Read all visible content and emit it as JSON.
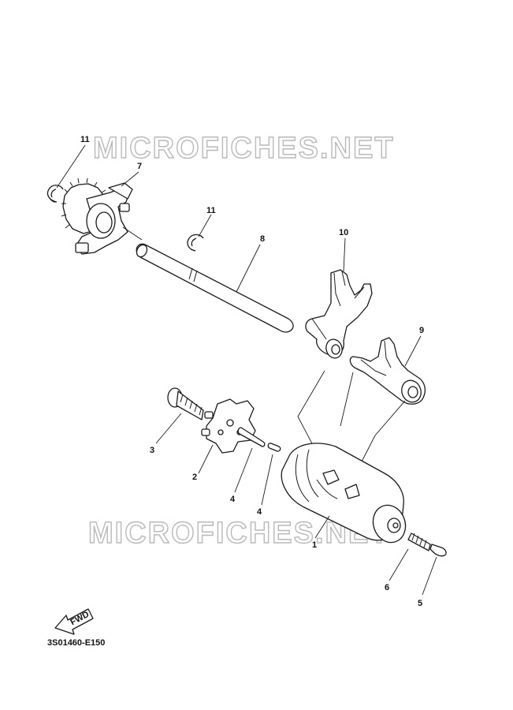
{
  "watermark": {
    "text": "MICROFICHES.NET"
  },
  "callouts": [
    {
      "id": "c11a",
      "label": "11"
    },
    {
      "id": "c7",
      "label": "7"
    },
    {
      "id": "c11b",
      "label": "11"
    },
    {
      "id": "c8",
      "label": "8"
    },
    {
      "id": "c10",
      "label": "10"
    },
    {
      "id": "c9",
      "label": "9"
    },
    {
      "id": "c3",
      "label": "3"
    },
    {
      "id": "c2",
      "label": "2"
    },
    {
      "id": "c4a",
      "label": "4"
    },
    {
      "id": "c4b",
      "label": "4"
    },
    {
      "id": "c1",
      "label": "1"
    },
    {
      "id": "c6",
      "label": "6"
    },
    {
      "id": "c5",
      "label": "5"
    }
  ],
  "fwd_label": "FWD",
  "diagram_code": "3S01460-E150"
}
